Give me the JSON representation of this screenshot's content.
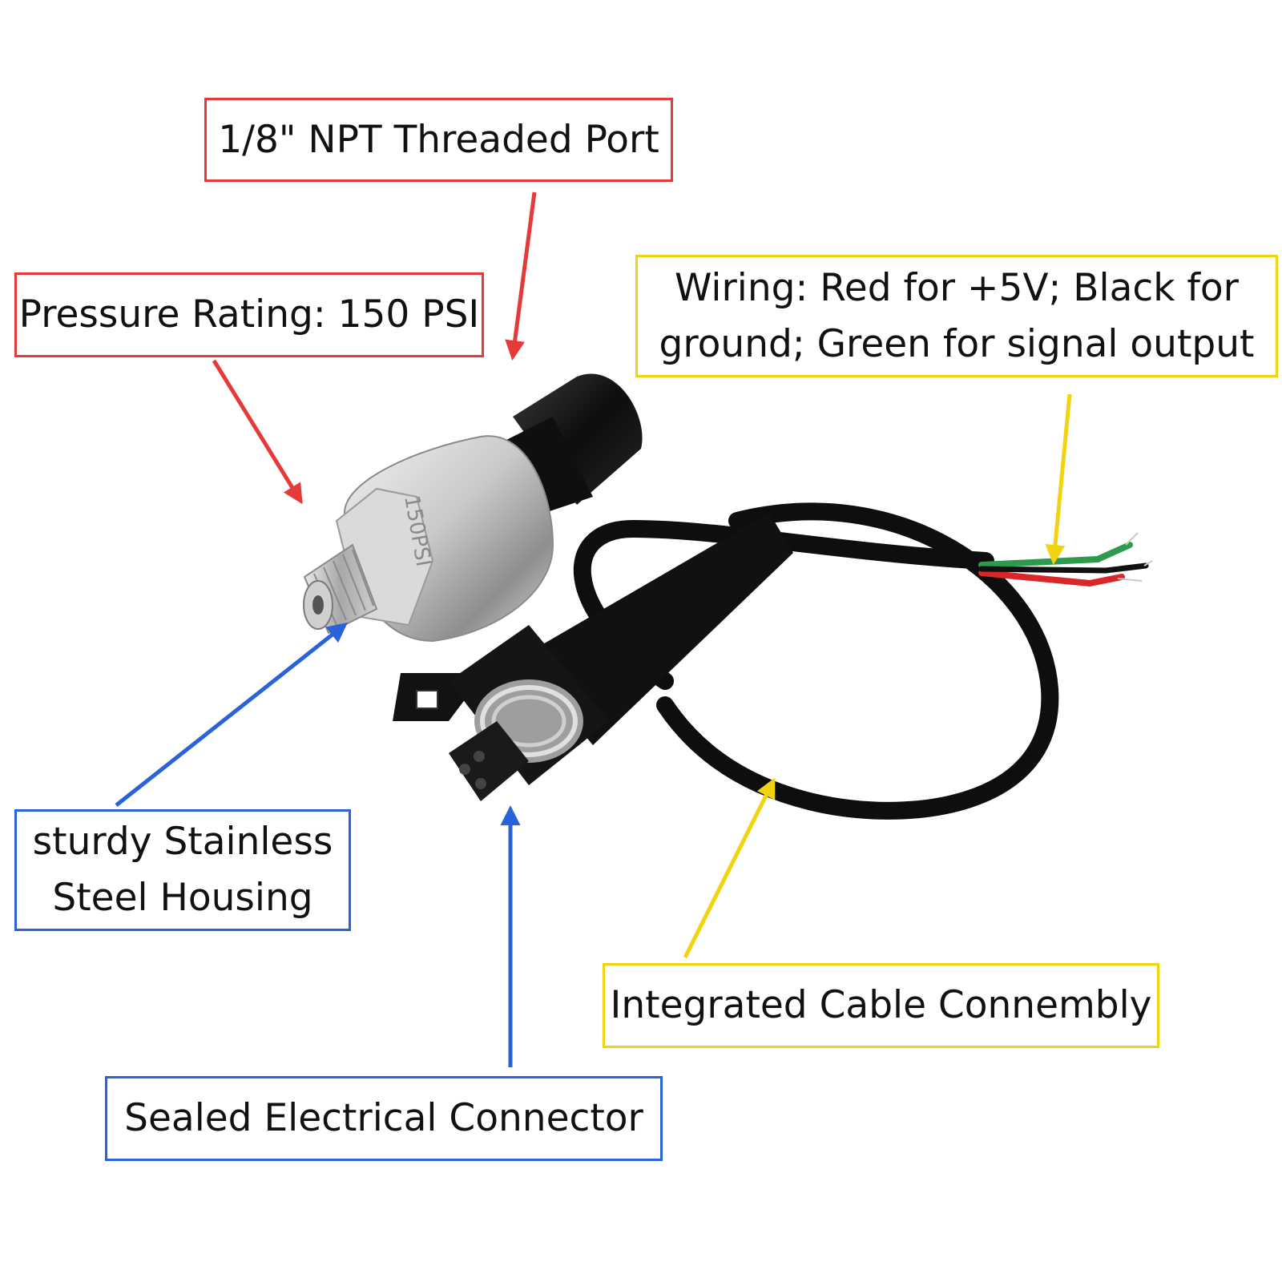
{
  "callouts": {
    "threaded_port": "1/8\" NPT Threaded Port",
    "pressure_rating": "Pressure Rating: 150 PSI",
    "wiring_line1": "Wiring: Red for +5V; Black for",
    "wiring_line2": "ground; Green for signal output",
    "housing_line1": "sturdy Stainless",
    "housing_line2": "Steel Housing",
    "cable": "Integrated Cable Connembly",
    "connector": "Sealed Electrical Connector"
  },
  "product": {
    "body_engraving": "150PSI"
  },
  "colors": {
    "red_arrow": "#e53a3a",
    "yellow_arrow": "#f2d312",
    "blue_arrow": "#2a62d9",
    "wire_red": "#d8262b",
    "wire_green": "#2e9a4e",
    "wire_black": "#111111"
  }
}
